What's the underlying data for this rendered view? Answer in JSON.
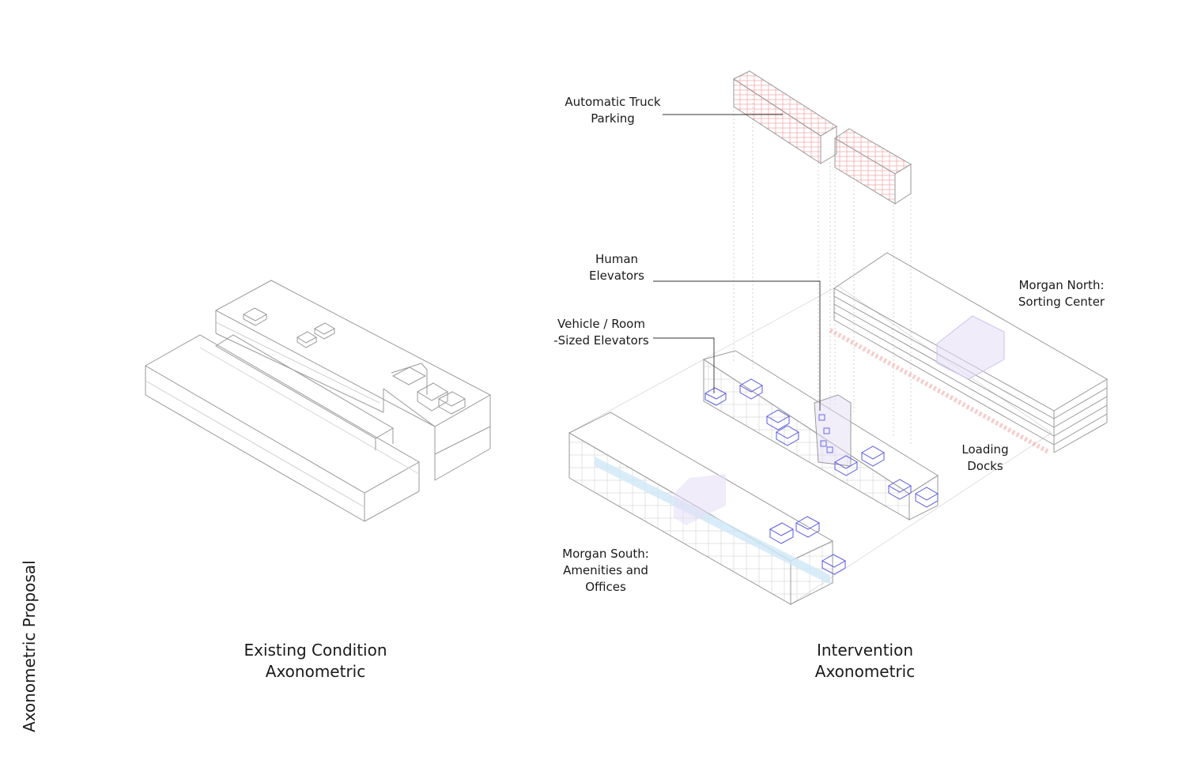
{
  "side_title": "Axonometric Proposal",
  "captions": {
    "existing": "Existing Condition\nAxonometric",
    "intervention": "Intervention\nAxonometric"
  },
  "labels": {
    "truck_parking": "Automatic Truck\nParking",
    "human_elevators": "Human\nElevators",
    "vehicle_elevators": "Vehicle / Room\n-Sized Elevators",
    "morgan_north": "Morgan North:\nSorting Center",
    "loading_docks": "Loading\nDocks",
    "morgan_south": "Morgan South:\nAmenities and\nOffices"
  },
  "colors": {
    "line": "#9a9a9a",
    "leader": "#333333",
    "parking": "#f2a0a0",
    "elevator": "#5a5ae0",
    "amenity_fill": "#cfe9f6",
    "sorting_fill": "#e3ddf5"
  }
}
